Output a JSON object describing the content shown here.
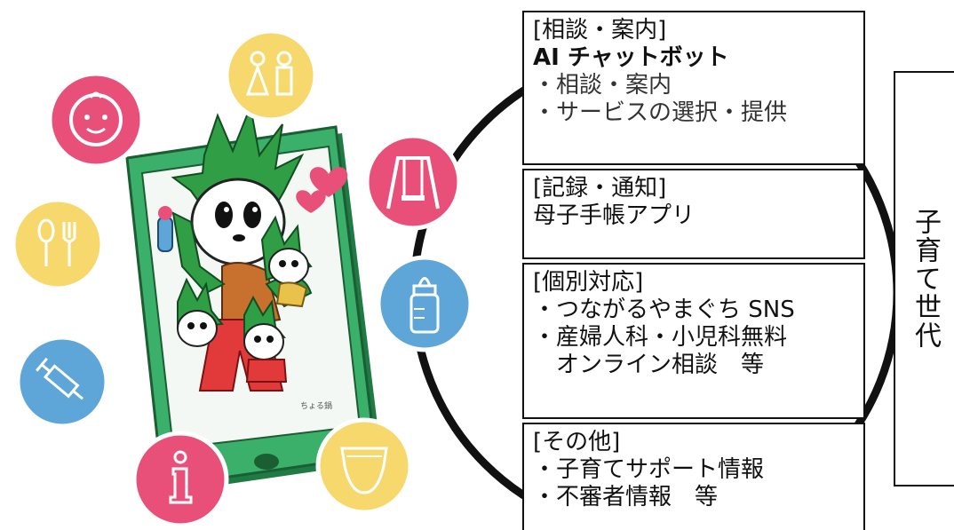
{
  "boxes": [
    {
      "heading": "[相談・案内]",
      "lines": [
        "AI チャットボット",
        "・相談・案内",
        "・サービスの選択・提供"
      ]
    },
    {
      "heading": "[記録・通知]",
      "lines": [
        "母子手帳アプリ"
      ]
    },
    {
      "heading": "[個別対応]",
      "lines": [
        "・つながるやまぐち SNS",
        "・産婦人科・小児科無料",
        "　オンライン相談　等"
      ]
    },
    {
      "heading": "[その他]",
      "lines": [
        "・子育てサポート情報",
        "・不審者情報　等"
      ]
    }
  ],
  "side_label": "子育て世代",
  "tablet_mark": "ちょる鍋",
  "icons": [
    "baby-face-icon",
    "toilet-icon",
    "swing-icon",
    "spoon-fork-icon",
    "baby-bottle-icon",
    "syringe-icon",
    "info-icon",
    "diaper-icon"
  ],
  "colors": {
    "pink": "#e8507a",
    "yellow": "#f6d86c",
    "blue": "#5ea6d8",
    "tablet_green": "#3bb06a",
    "mascot_green": "#2f9e44"
  }
}
